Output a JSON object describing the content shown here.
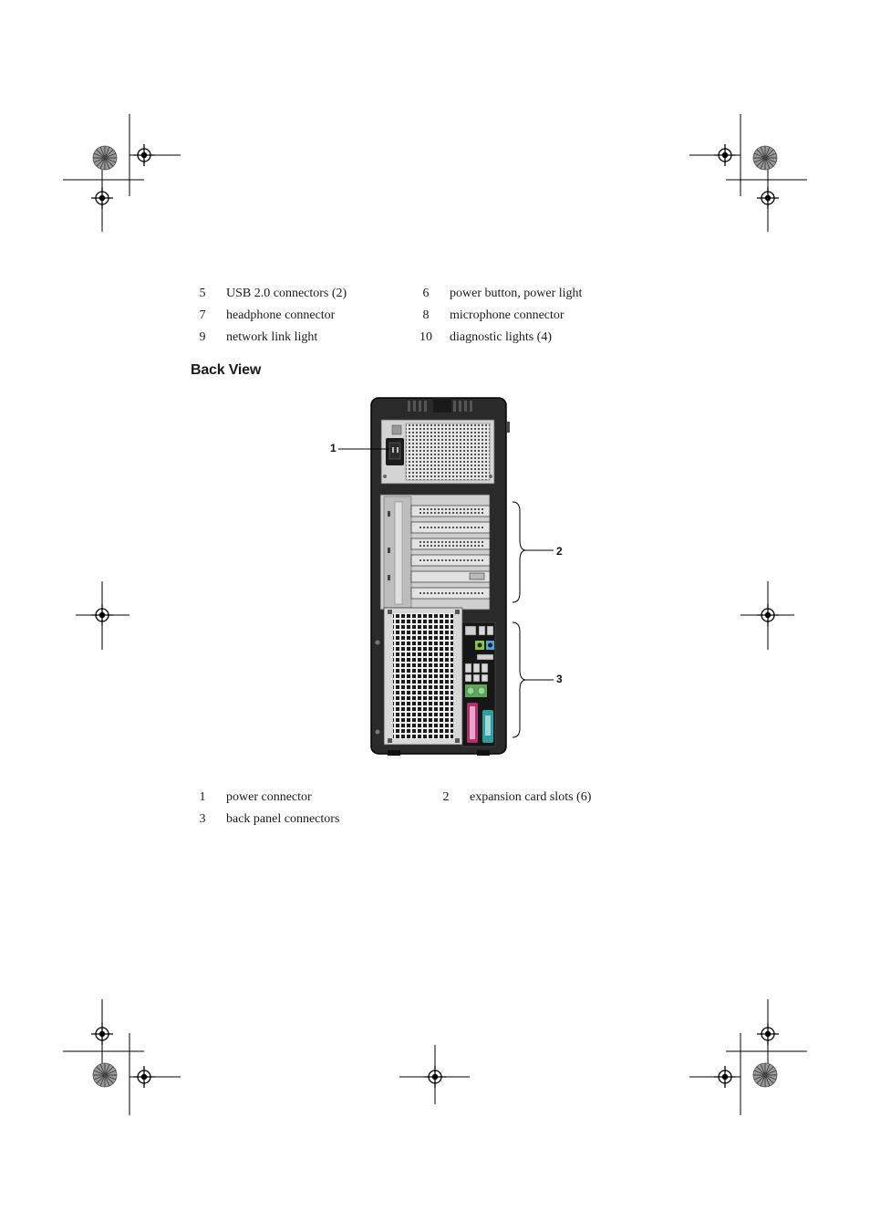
{
  "top_legend": [
    {
      "num": "5",
      "label": "USB 2.0 connectors (2)"
    },
    {
      "num": "6",
      "label": "power button, power light"
    },
    {
      "num": "7",
      "label": "headphone connector"
    },
    {
      "num": "8",
      "label": "microphone connector"
    },
    {
      "num": "9",
      "label": "network link light"
    },
    {
      "num": "10",
      "label": "diagnostic lights (4)"
    }
  ],
  "section": {
    "title": "Back View"
  },
  "callouts": {
    "power": "1",
    "expansion": "2",
    "back_panel": "3"
  },
  "bottom_legend": [
    {
      "num": "1",
      "label": "power connector"
    },
    {
      "num": "2",
      "label": "expansion card slots (6)"
    },
    {
      "num": "3",
      "label": "back panel connectors"
    }
  ],
  "icons": {
    "registration_marks": "crosshair-target-icon",
    "color_bars": "radial-star-icon"
  },
  "colors": {
    "case": "#2a2a2a",
    "panel": "#d8d8d8",
    "audio_green": "#8cc63f",
    "audio_blue": "#4da6d9",
    "ps2": "#5aa85a",
    "parallel": "#b0306e",
    "vga": "#2f9e9e"
  }
}
